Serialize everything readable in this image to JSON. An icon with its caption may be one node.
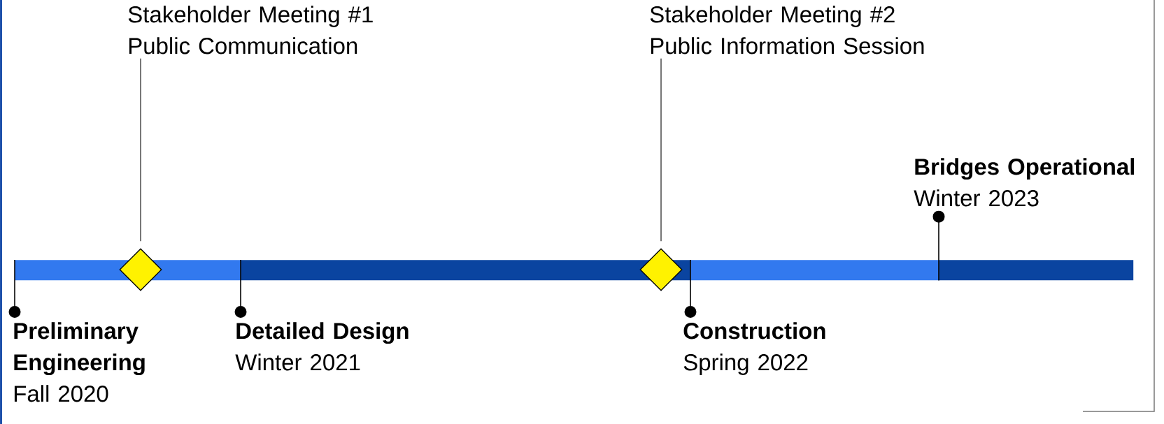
{
  "diagram": {
    "nodes": [
      {
        "text": [
          "Preliminary Engineering",
          "Fall 2020"
        ]
      },
      {
        "text": [
          "Detailed Design",
          "Winter 2021"
        ]
      },
      {
        "text": [
          "Construction",
          "Spring 2022"
        ]
      },
      {
        "text": [
          "Bridges Operational",
          "Winter 2023"
        ]
      },
      {
        "text": [
          "Stakeholder Meeting #1",
          "Public Communication"
        ]
      },
      {
        "text": [
          "Stakeholder Meeting #2",
          "Public Information Session"
        ]
      },
      {
        "text": [],
        "shape": "bar"
      },
      {
        "text": [],
        "shape": "bar"
      },
      {
        "text": [],
        "shape": "bar"
      },
      {
        "text": [],
        "shape": "bar"
      },
      {
        "text": [],
        "shape": "diamond"
      },
      {
        "text": [],
        "shape": "diamond"
      }
    ],
    "edges": [
      {
        "from": 0,
        "to": 6,
        "arrow": "other"
      },
      {
        "from": 1,
        "to": 7,
        "arrow": "other"
      },
      {
        "from": 2,
        "to": 8,
        "arrow": "other"
      },
      {
        "from": 3,
        "to": 9,
        "arrow": "other"
      },
      {
        "from": 4,
        "to": 10,
        "arrow": "none",
        "color": "#555555"
      },
      {
        "from": 5,
        "to": 11,
        "arrow": "none",
        "color": "#555555"
      }
    ]
  }
}
